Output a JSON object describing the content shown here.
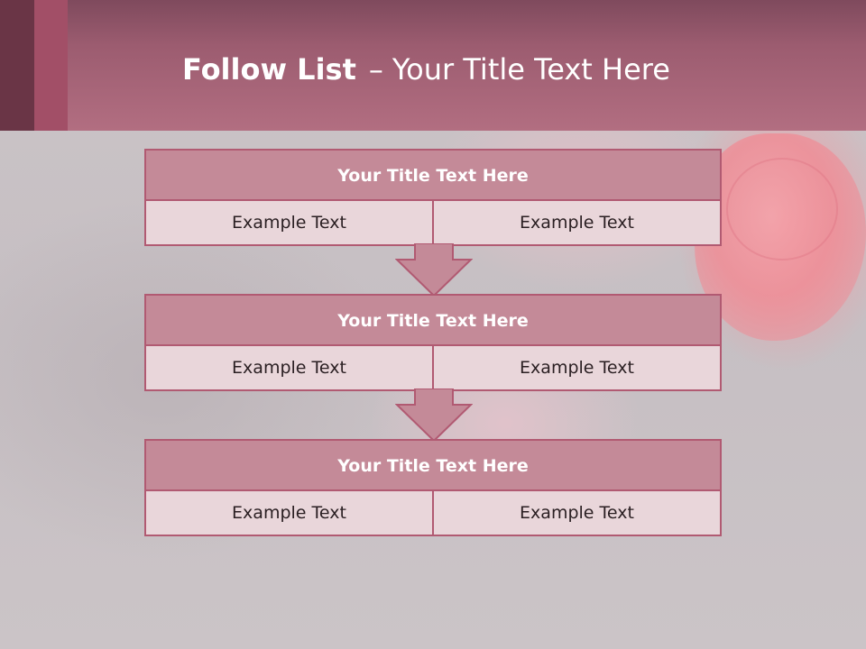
{
  "slide": {
    "title_bold": "Follow List",
    "title_dash": "–",
    "title_rest": "Your Title Text Here"
  },
  "steps": [
    {
      "title": "Your Title Text Here",
      "left": "Example Text",
      "right": "Example Text"
    },
    {
      "title": "Your Title Text Here",
      "left": "Example Text",
      "right": "Example Text"
    },
    {
      "title": "Your Title Text Here",
      "left": "Example Text",
      "right": "Example Text"
    }
  ],
  "colors": {
    "header": "#b26e81",
    "block_title": "#c48a98",
    "cell": "#e9d6da",
    "border": "#b15a72"
  },
  "icons": [
    "down-arrow-icon",
    "down-arrow-icon"
  ]
}
